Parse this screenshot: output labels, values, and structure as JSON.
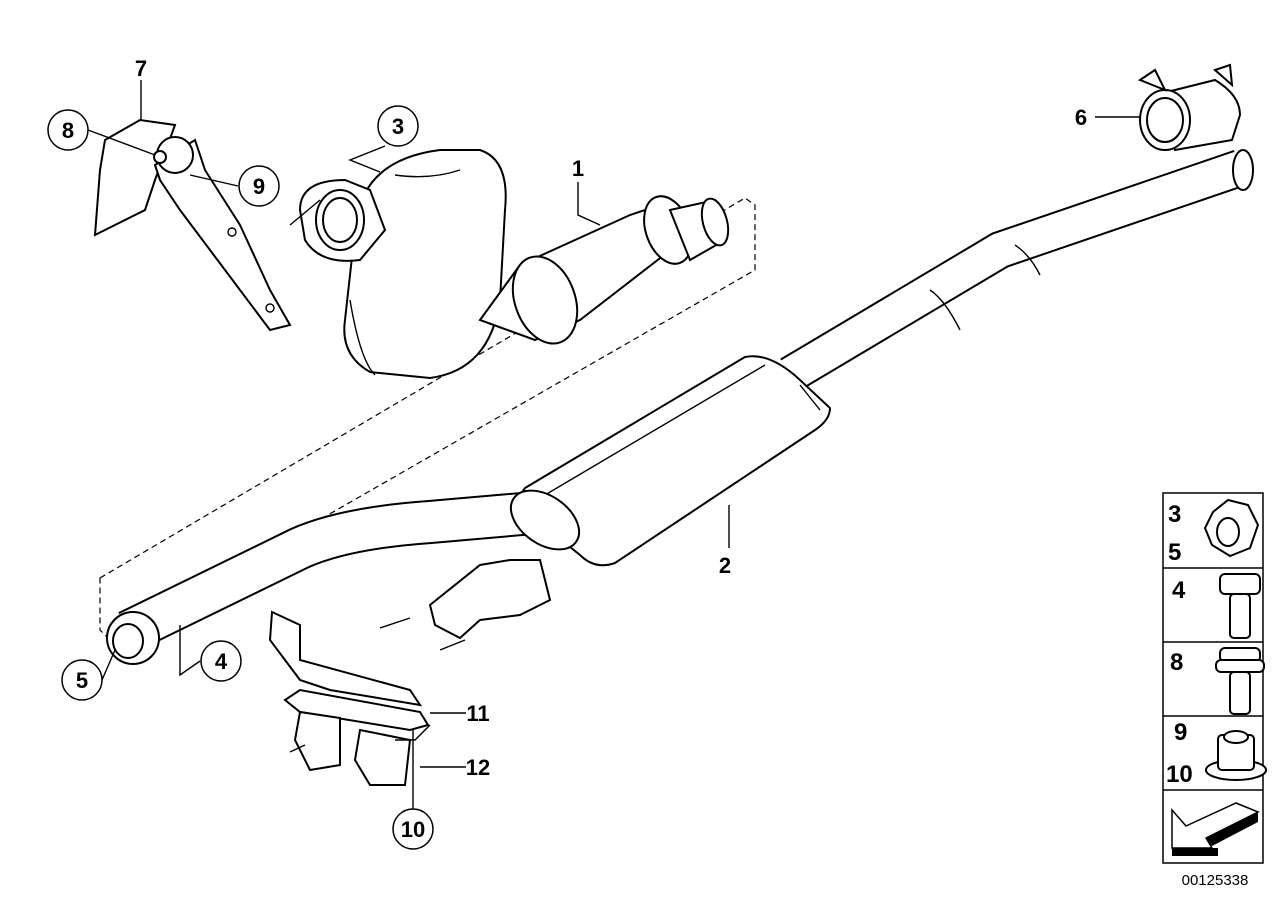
{
  "callouts": {
    "c1": "1",
    "c2": "2",
    "c3": "3",
    "c4": "4",
    "c5": "5",
    "c6": "6",
    "c7": "7",
    "c8": "8",
    "c9": "9",
    "c10": "10",
    "c11": "11",
    "c12": "12"
  },
  "legend": {
    "row1": [
      "3",
      "5"
    ],
    "row2": [
      "4"
    ],
    "row3": [
      "8"
    ],
    "row4": [
      "9",
      "10"
    ]
  },
  "diagram_code": "00125338"
}
